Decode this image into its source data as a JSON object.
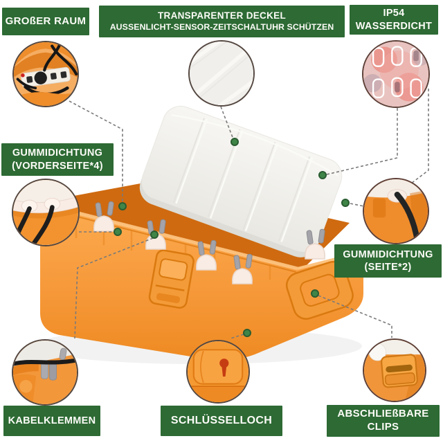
{
  "image_type": "product-feature-infographic",
  "product": {
    "name": "orange-kabelbox-mit-transparentem-deckel"
  },
  "colors": {
    "banner_green": "#2d6a34",
    "banner_text": "#fcfcf7",
    "box_orange": "#f6993a",
    "box_orange_dark": "#d9720f",
    "lid_white": "#f2f1ee",
    "dot_green": "#3f8548",
    "dash_line_gray": "#7a7a7a",
    "callout_border": "#544740",
    "keyhole_red": "#c63c12"
  },
  "banners": {
    "grosser_raum": {
      "line1": "GROßER RAUM"
    },
    "transparenter_deckel": {
      "line1": "TRANSPARENTER DECKEL",
      "line2": "AUSSENLICHT-SENSOR-ZEITSCHALTUHR SCHÜTZEN"
    },
    "ip54": {
      "line1": "IP54",
      "line2": "WASSERDICHT"
    },
    "gummidichtung_vorderseite": {
      "line1": "GUMMIDICHTUNG",
      "line2": "(VORDERSEITE*4)"
    },
    "gummidichtung_seite": {
      "line1": "GUMMIDICHTUNG",
      "line2": "(SEITE*2)"
    },
    "kabelklemmen": {
      "line1": "KABELKLEMMEN"
    },
    "schluesselloch": {
      "line1": "SCHLÜSSELLOCH"
    },
    "abschliessbare_clips": {
      "line1": "ABSCHLIEßBARE",
      "line2": "CLIPS"
    }
  },
  "callouts": {
    "grosser_raum": "interior-with-cables-closeup",
    "transparenter_deckel": "frosted-lid-surface-closeup",
    "ip54": "glowing-sockets-behind-lid-closeup",
    "gummidichtung_vorderseite": "rubber-seal-front-with-cables-closeup",
    "gummidichtung_seite": "rubber-seal-side-with-cable-closeup",
    "kabelklemmen": "gray-cable-clamp-closeup",
    "schluesselloch": "keyhole-closeup",
    "abschliessbare_clips": "locking-clip-latch-closeup"
  }
}
